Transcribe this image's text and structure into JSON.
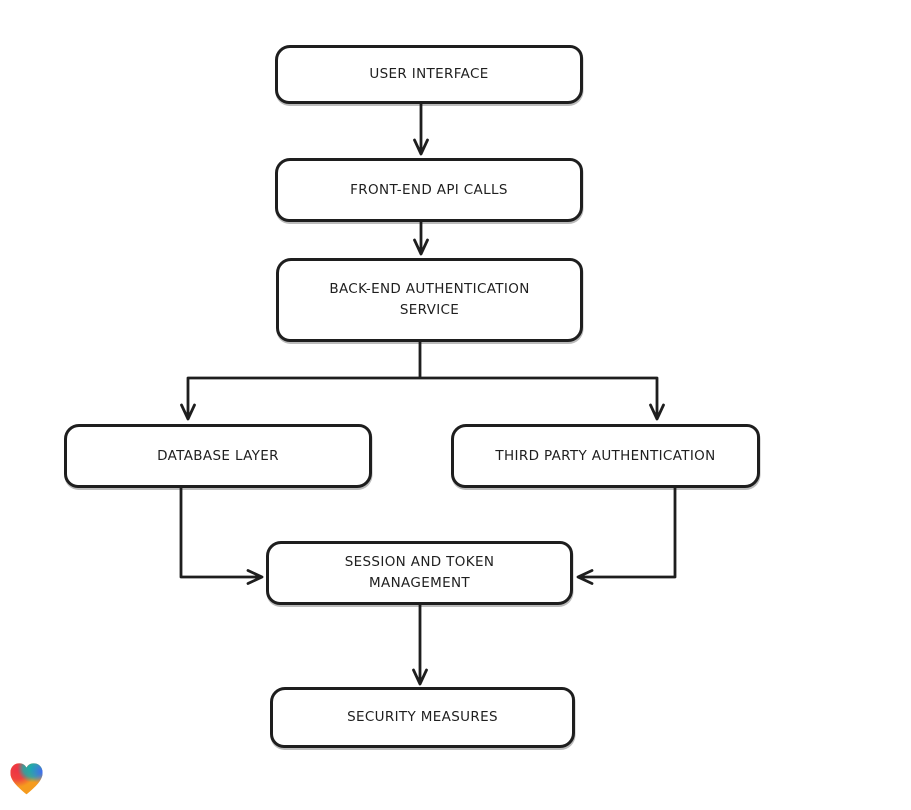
{
  "app": {
    "background_color": "#ffffff"
  },
  "diagram": {
    "type": "flowchart",
    "style": "hand-drawn",
    "stroke_color": "#1e1e1e",
    "node_fill_color": "#ffffff",
    "nodes": [
      {
        "id": "user-interface",
        "label": "USER INTERFACE"
      },
      {
        "id": "front-end-api-calls",
        "label": "FRONT-END API CALLS"
      },
      {
        "id": "back-end-authentication-service",
        "label": "BACK-END AUTHENTICATION SERVICE"
      },
      {
        "id": "database-layer",
        "label": "DATABASE LAYER"
      },
      {
        "id": "third-party-authentication",
        "label": "THIRD PARTY AUTHENTICATION"
      },
      {
        "id": "session-and-token-management",
        "label": "SESSION AND TOKEN MANAGEMENT"
      },
      {
        "id": "security-measures",
        "label": "SECURITY MEASURES"
      }
    ],
    "edges": [
      {
        "from": "user-interface",
        "to": "front-end-api-calls"
      },
      {
        "from": "front-end-api-calls",
        "to": "back-end-authentication-service"
      },
      {
        "from": "back-end-authentication-service",
        "to": "database-layer"
      },
      {
        "from": "back-end-authentication-service",
        "to": "third-party-authentication"
      },
      {
        "from": "database-layer",
        "to": "session-and-token-management"
      },
      {
        "from": "third-party-authentication",
        "to": "session-and-token-management"
      },
      {
        "from": "session-and-token-management",
        "to": "security-measures"
      }
    ]
  },
  "branding": {
    "logo": "gradient-heart",
    "logo_colors": [
      "#ee3345",
      "#14b0ad",
      "#3d6bf2",
      "#f59b1e"
    ]
  }
}
